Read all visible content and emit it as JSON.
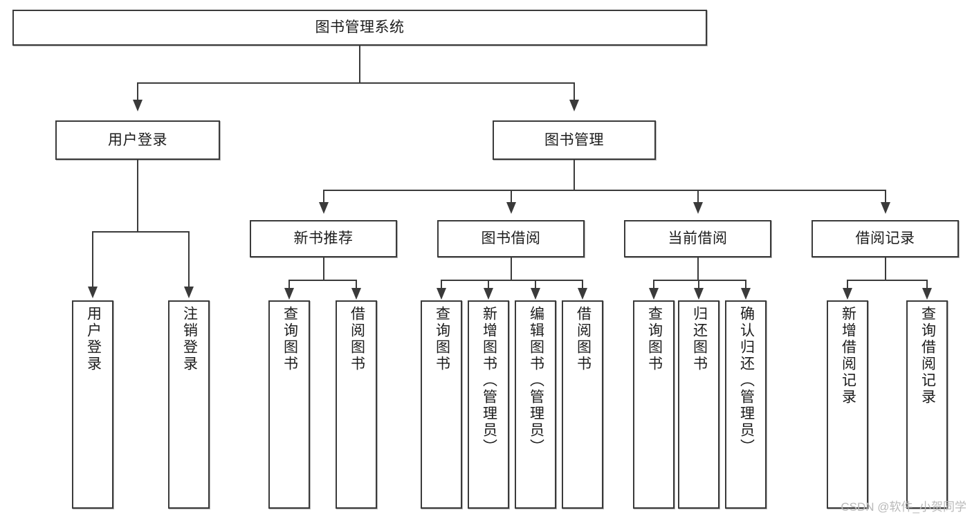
{
  "diagram": {
    "title": "图书管理系统",
    "type": "tree",
    "watermark": "CSDN @软件_小贺同学",
    "colors": {
      "box_border": "#3a3a3a",
      "box_fill": "#ffffff",
      "connector": "#3a3a3a",
      "text": "#1c1c1c",
      "watermark": "#b9b9b9"
    },
    "root": {
      "label": "图书管理系统"
    },
    "level2": [
      {
        "label": "用户登录"
      },
      {
        "label": "图书管理"
      }
    ],
    "level3": [
      {
        "label": "新书推荐"
      },
      {
        "label": "图书借阅"
      },
      {
        "label": "当前借阅"
      },
      {
        "label": "借阅记录"
      }
    ],
    "leaves": {
      "user_login": [
        {
          "label": "用户登录"
        },
        {
          "label": "注销登录"
        }
      ],
      "new_book_recommend": [
        {
          "label": "查询图书"
        },
        {
          "label": "借阅图书"
        }
      ],
      "book_borrow": [
        {
          "label": "查询图书"
        },
        {
          "label": "新增图书（管理员）"
        },
        {
          "label": "编辑图书（管理员）"
        },
        {
          "label": "借阅图书"
        }
      ],
      "current_borrow": [
        {
          "label": "查询图书"
        },
        {
          "label": "归还图书"
        },
        {
          "label": "确认归还（管理员）"
        }
      ],
      "borrow_record": [
        {
          "label": "新增借阅记录"
        },
        {
          "label": "查询借阅记录"
        }
      ]
    }
  }
}
